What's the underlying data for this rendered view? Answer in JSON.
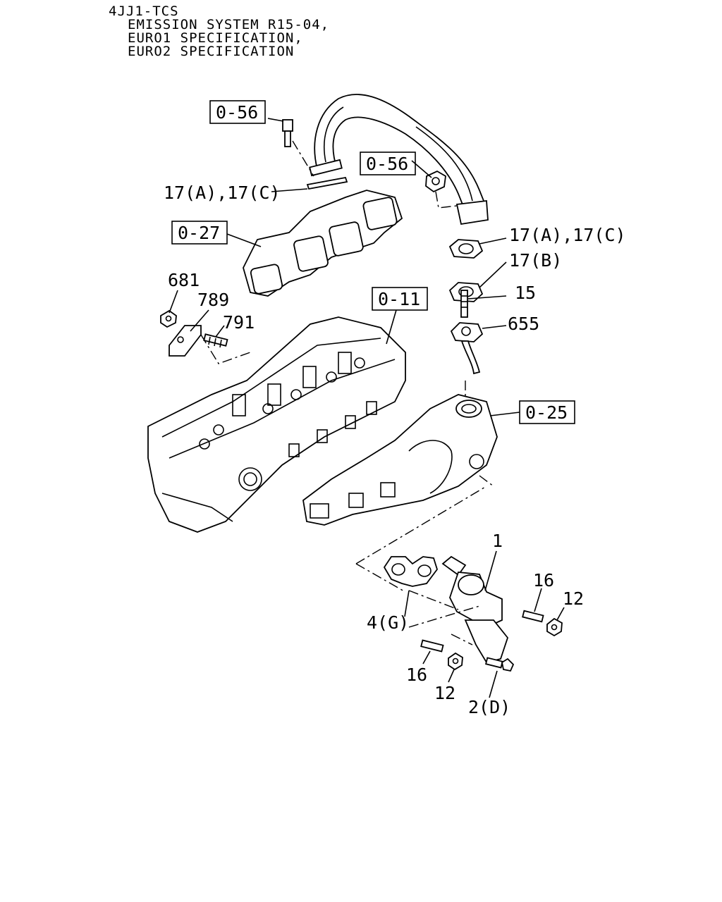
{
  "header": {
    "line1": "4JJ1-TCS",
    "line2": "EMISSION SYSTEM R15-04,",
    "line3": "EURO1 SPECIFICATION,",
    "line4": "EURO2 SPECIFICATION"
  },
  "refs": {
    "r1": "0-56",
    "r2": "0-56",
    "r3": "0-27",
    "r4": "0-11",
    "r5": "0-25"
  },
  "labels": {
    "l17ac_top": "17(A),17(C)",
    "l17ac_right": "17(A),17(C)",
    "l17b": "17(B)",
    "l15": "15",
    "l655": "655",
    "l681": "681",
    "l789": "789",
    "l791": "791",
    "l1": "1",
    "l16a": "16",
    "l12a": "12",
    "l4g": "4(G)",
    "l16b": "16",
    "l12b": "12",
    "l2d": "2(D)"
  }
}
